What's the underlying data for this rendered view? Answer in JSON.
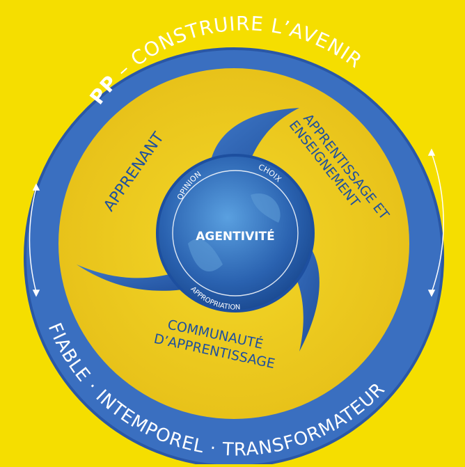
{
  "title": {
    "prefix": "PP",
    "dash": " – ",
    "text": "CONSTRUIRE L’AVENIR"
  },
  "bottom_ring_text": "FIABLE · INTEMPOREL · TRANSFORMATEUR",
  "sections": {
    "learner": "APPRENANT",
    "teaching_line1": "APPRENTISSAGE ET",
    "teaching_line2": "ENSEIGNEMENT",
    "community_line1": "COMMUNAUTÉ",
    "community_line2": "D’APPRENTISSAGE"
  },
  "center": {
    "title": "AGENTIVITÉ",
    "top_left": "OPINION",
    "top_right": "CHOIX",
    "bottom": "APPROPRIATION"
  },
  "colors": {
    "background": "#f5de00",
    "ring_blue": "#3a6fc0",
    "ring_dark": "#2a57a5",
    "yellow": "#f2d21e",
    "text_blue": "#1d4f9f",
    "white": "#ffffff",
    "globe": "#2f6fb8"
  }
}
